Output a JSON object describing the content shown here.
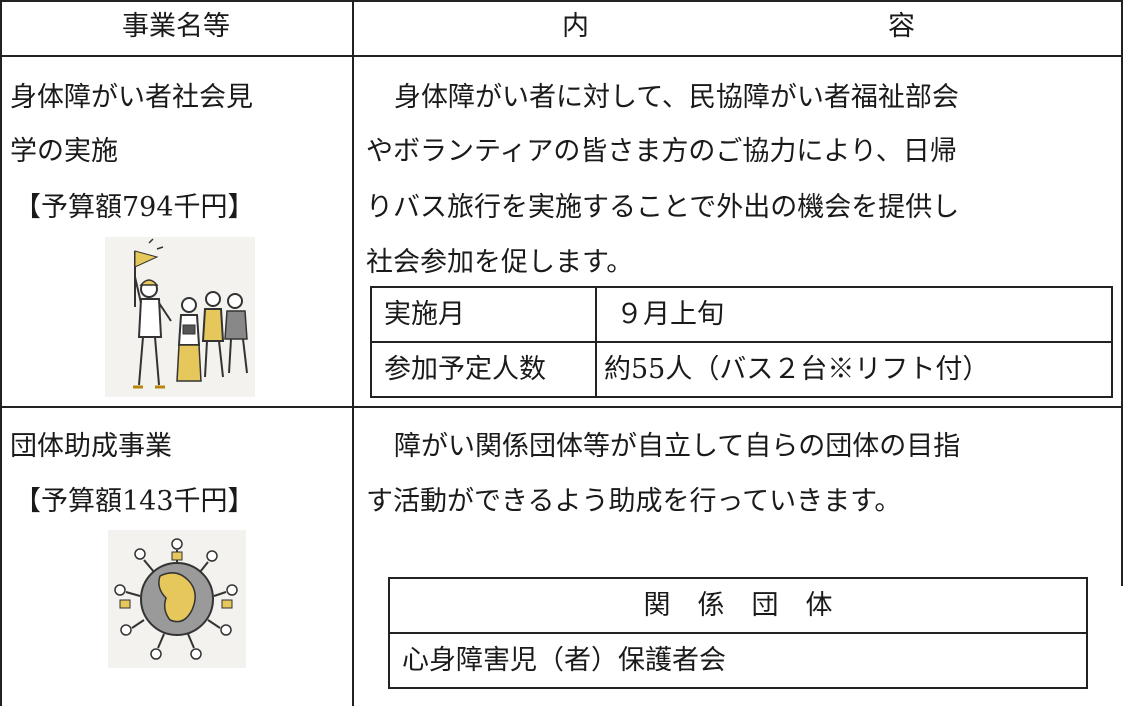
{
  "header": {
    "col1": "事業名等",
    "col2_a": "内",
    "col2_b": "容"
  },
  "row1": {
    "name_line1": "身体障がい者社会見",
    "name_line2": "学の実施",
    "budget": "【予算額794千円】",
    "desc_line1": "身体障がい者に対して、民協障がい者福祉部会",
    "desc_line2": "やボランティアの皆さま方のご協力により、日帰",
    "desc_line3": "りバス旅行を実施することで外出の機会を提供し",
    "desc_line4": "社会参加を促します。",
    "table": [
      {
        "label": "実施月",
        "value": "９月上旬"
      },
      {
        "label": "参加予定人数",
        "value": "約55人（バス２台※リフト付）"
      }
    ],
    "illustration_icon": "people-walking-with-flag-icon"
  },
  "row2": {
    "name": "団体助成事業",
    "budget": "【予算額143千円】",
    "desc_line1": "障がい関係団体等が自立して自らの団体の目指",
    "desc_line2": "す活動ができるよう助成を行っていきます。",
    "table_header": "関　係　団　体",
    "table_value": "心身障害児（者）保護者会",
    "illustration_icon": "people-around-globe-icon"
  }
}
